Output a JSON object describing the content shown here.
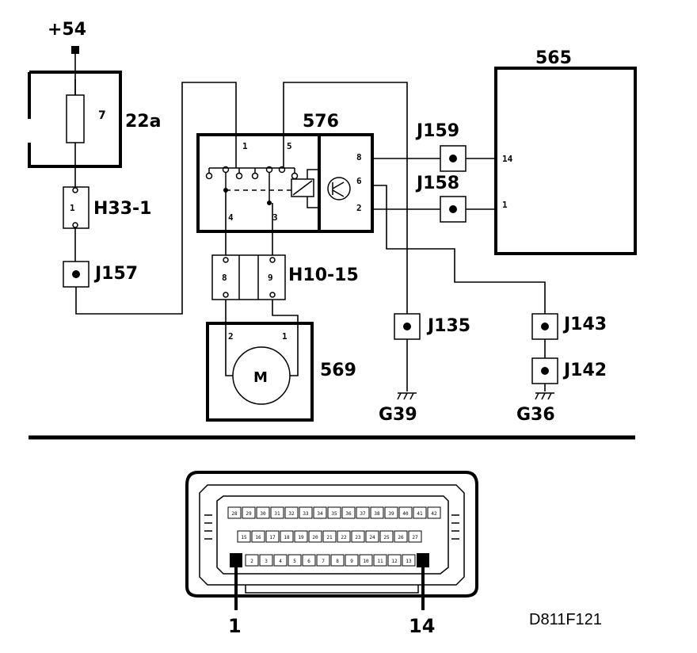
{
  "labels": {
    "supply": "+54",
    "fuse_num": "7",
    "fuse_id": "22a",
    "h33": "H33-1",
    "h33_pin": "1",
    "j157": "J157",
    "relay_id": "576",
    "relay_pin1": "1",
    "relay_pin5": "5",
    "relay_pin4": "4",
    "relay_pin3": "3",
    "relay_pin8": "8",
    "relay_pin6": "6",
    "relay_pin2": "2",
    "ecu_id": "565",
    "ecu_pin14": "14",
    "ecu_pin1": "1",
    "j159": "J159",
    "j158": "J158",
    "h10": "H10-15",
    "h10_pin8": "8",
    "h10_pin9": "9",
    "motor_id": "569",
    "motor_symbol": "M",
    "motor_pin2": "2",
    "motor_pin1": "1",
    "j135": "J135",
    "j143": "J143",
    "j142": "J142",
    "g39": "G39",
    "g36": "G36",
    "connector_pin_first": "1",
    "connector_pin_last": "14",
    "ref_code": "D811F121"
  },
  "connector": {
    "row1": [
      "28",
      "29",
      "30",
      "31",
      "32",
      "33",
      "34",
      "35",
      "36",
      "37",
      "38",
      "39",
      "40",
      "41",
      "42"
    ],
    "row2": [
      "15",
      "16",
      "17",
      "18",
      "19",
      "20",
      "21",
      "22",
      "23",
      "24",
      "25",
      "26",
      "27"
    ],
    "row3": [
      "2",
      "3",
      "4",
      "5",
      "6",
      "7",
      "8",
      "9",
      "10",
      "11",
      "12",
      "13"
    ]
  }
}
